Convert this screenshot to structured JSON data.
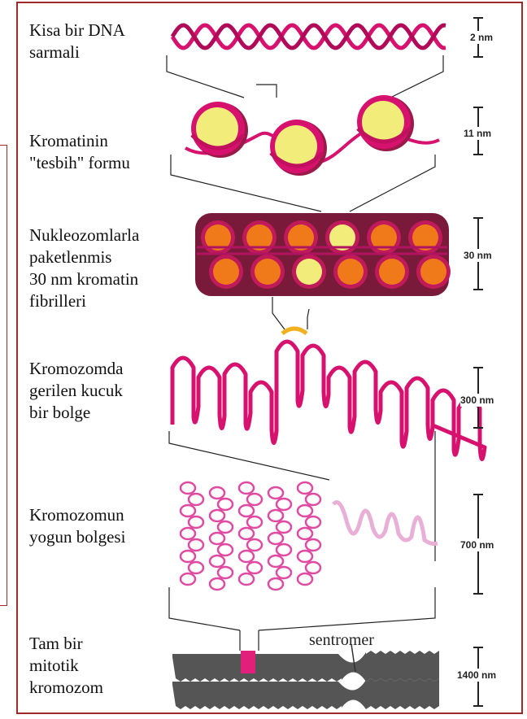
{
  "labels": [
    {
      "lines": [
        "Kisa bir DNA",
        "sarmali"
      ]
    },
    {
      "lines": [
        "Kromatinin",
        "\"tesbih\" formu"
      ]
    },
    {
      "lines": [
        "Nukleozomlarla",
        "paketlenmis",
        "30 nm kromatin",
        "fibrilleri"
      ]
    },
    {
      "lines": [
        "Kromozomda",
        "gerilen kucuk",
        "bir bolge"
      ]
    },
    {
      "lines": [
        "Kromozomun",
        "yogun bolgesi"
      ]
    },
    {
      "lines": [
        "Tam bir",
        "mitotik",
        "kromozom"
      ]
    }
  ],
  "scales": [
    "2 nm",
    "11 nm",
    "30 nm",
    "300 nm",
    "700 nm",
    "1400 nm"
  ],
  "centromere_label": "sentromer",
  "colors": {
    "frame": "#a0292a",
    "dna": "#d6126e",
    "histone_yellow": "#f2ec7a",
    "histone_orange": "#f07a1a",
    "fiber_dark": "#7a1a3a",
    "loop_light": "#e8b0d6",
    "chromosome": "#555555",
    "centromere_band": "#e0207a",
    "linker": "#f0b020"
  }
}
